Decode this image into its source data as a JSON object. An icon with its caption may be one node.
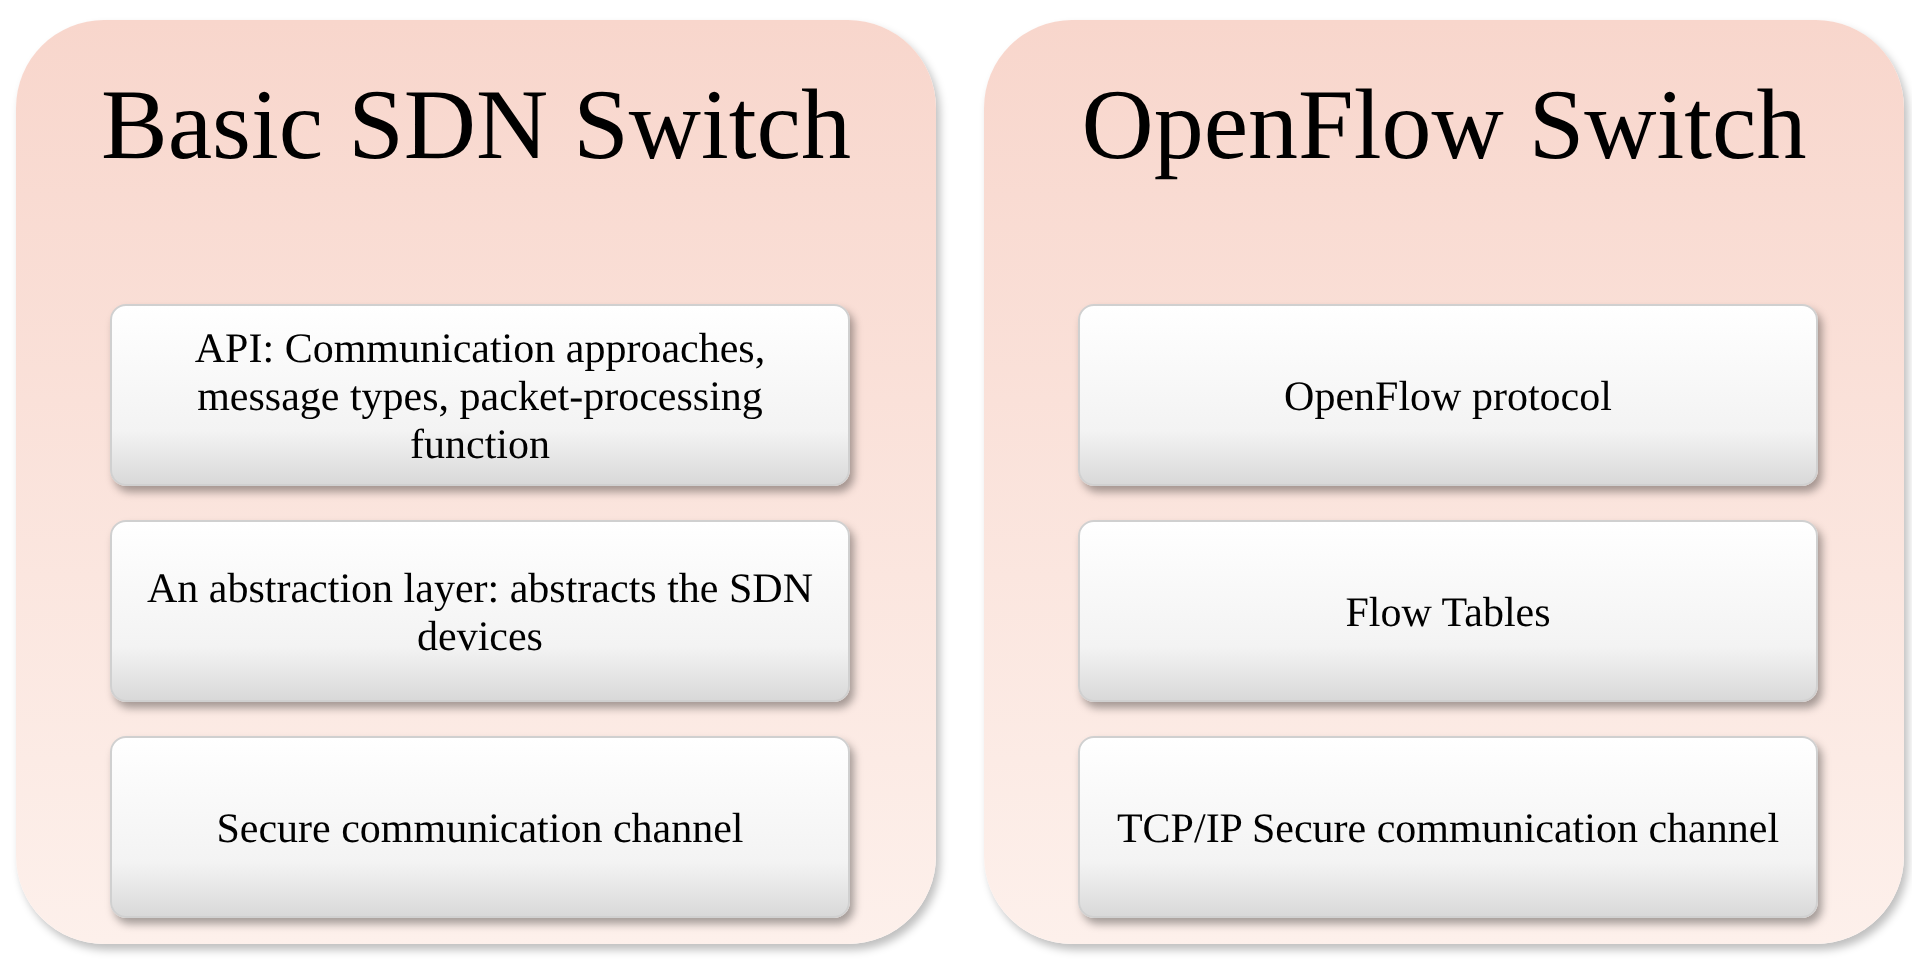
{
  "diagram": {
    "nodes": [
      {
        "text": [
          "Basic SDN Switch"
        ]
      },
      {
        "text": [
          "API: Communication approaches, message types, packet-processing function"
        ],
        "in": 0
      },
      {
        "text": [
          "An abstraction layer: abstracts the SDN devices"
        ],
        "in": 0
      },
      {
        "text": [
          "Secure communication channel"
        ],
        "in": 0
      },
      {
        "text": [
          "OpenFlow Switch"
        ]
      },
      {
        "text": [
          "OpenFlow protocol"
        ],
        "in": 4
      },
      {
        "text": [
          "Flow Tables"
        ],
        "in": 4
      },
      {
        "text": [
          "TCP/IP Secure communication channel"
        ],
        "in": 4
      }
    ]
  }
}
